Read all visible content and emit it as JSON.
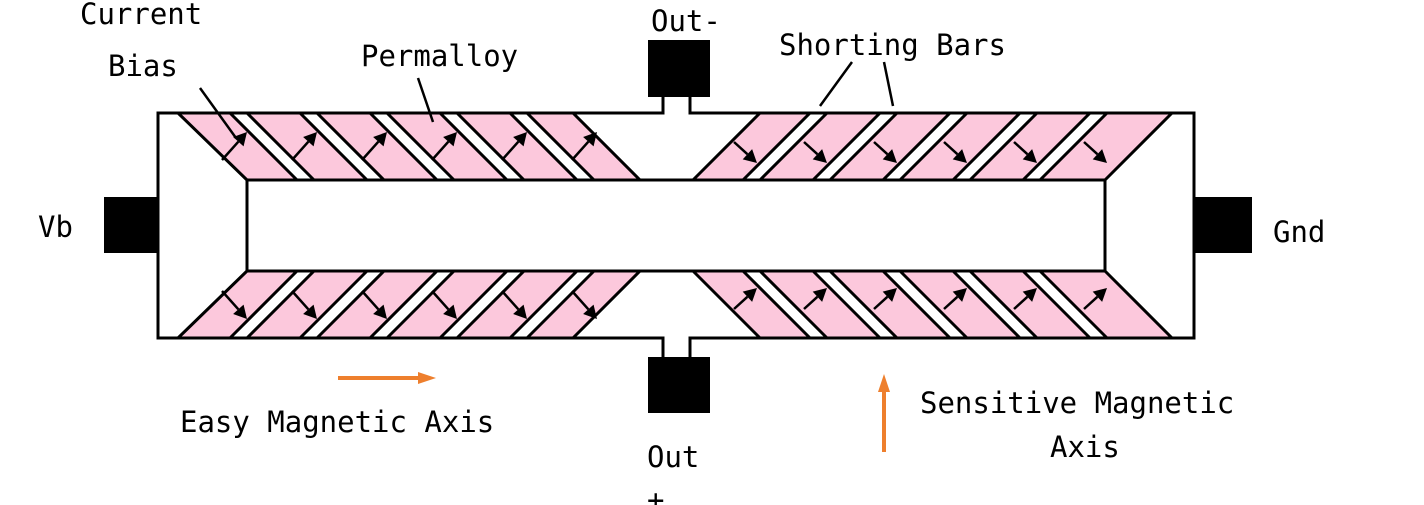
{
  "labels": {
    "current_bias_line1": "Current",
    "current_bias_line2": "Bias",
    "permalloy": "Permalloy",
    "out_minus": "Out-",
    "shorting_bars": "Shorting Bars",
    "vb": "Vb",
    "gnd": "Gnd",
    "easy_axis": "Easy Magnetic Axis",
    "sensitive_axis_line1": "Sensitive Magnetic",
    "sensitive_axis_line2": "Axis",
    "out_plus_line1": "Out",
    "out_plus_line2": "+"
  },
  "colors": {
    "permalloy": "#fcc8dc",
    "axis_arrow": "#ee7f2d",
    "outline": "#000000"
  }
}
